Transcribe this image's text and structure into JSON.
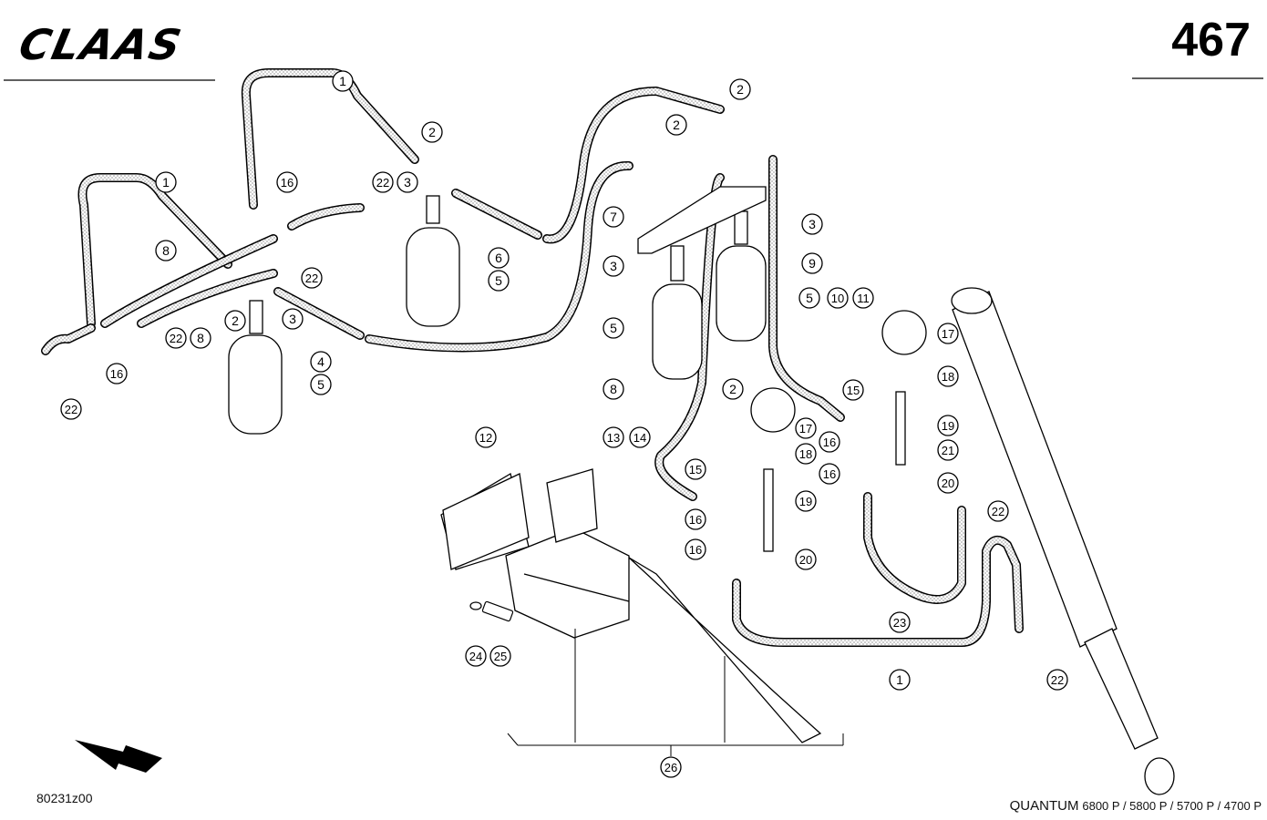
{
  "header": {
    "brand": "CLAAS",
    "page_number": "467"
  },
  "footer": {
    "drawing_number": "80231z00",
    "model_name": "QUANTUM",
    "variant_1": "6800 P",
    "variant_2": "5800 P",
    "variant_3": "5700 P",
    "variant_4": "4700 P",
    "sep": " / "
  },
  "callouts": [
    {
      "n": "1"
    },
    {
      "n": "1"
    },
    {
      "n": "1"
    },
    {
      "n": "2"
    },
    {
      "n": "2"
    },
    {
      "n": "2"
    },
    {
      "n": "2"
    },
    {
      "n": "2"
    },
    {
      "n": "3"
    },
    {
      "n": "3"
    },
    {
      "n": "3"
    },
    {
      "n": "3"
    },
    {
      "n": "4"
    },
    {
      "n": "5"
    },
    {
      "n": "5"
    },
    {
      "n": "5"
    },
    {
      "n": "5"
    },
    {
      "n": "6"
    },
    {
      "n": "7"
    },
    {
      "n": "8"
    },
    {
      "n": "8"
    },
    {
      "n": "8"
    },
    {
      "n": "9"
    },
    {
      "n": "10"
    },
    {
      "n": "11"
    },
    {
      "n": "12"
    },
    {
      "n": "13"
    },
    {
      "n": "14"
    },
    {
      "n": "15"
    },
    {
      "n": "15"
    },
    {
      "n": "16"
    },
    {
      "n": "16"
    },
    {
      "n": "16"
    },
    {
      "n": "16"
    },
    {
      "n": "16"
    },
    {
      "n": "16"
    },
    {
      "n": "17"
    },
    {
      "n": "17"
    },
    {
      "n": "18"
    },
    {
      "n": "18"
    },
    {
      "n": "19"
    },
    {
      "n": "19"
    },
    {
      "n": "20"
    },
    {
      "n": "20"
    },
    {
      "n": "21"
    },
    {
      "n": "22"
    },
    {
      "n": "22"
    },
    {
      "n": "22"
    },
    {
      "n": "22"
    },
    {
      "n": "22"
    },
    {
      "n": "22"
    },
    {
      "n": "23"
    },
    {
      "n": "24"
    },
    {
      "n": "25"
    },
    {
      "n": "26"
    }
  ]
}
